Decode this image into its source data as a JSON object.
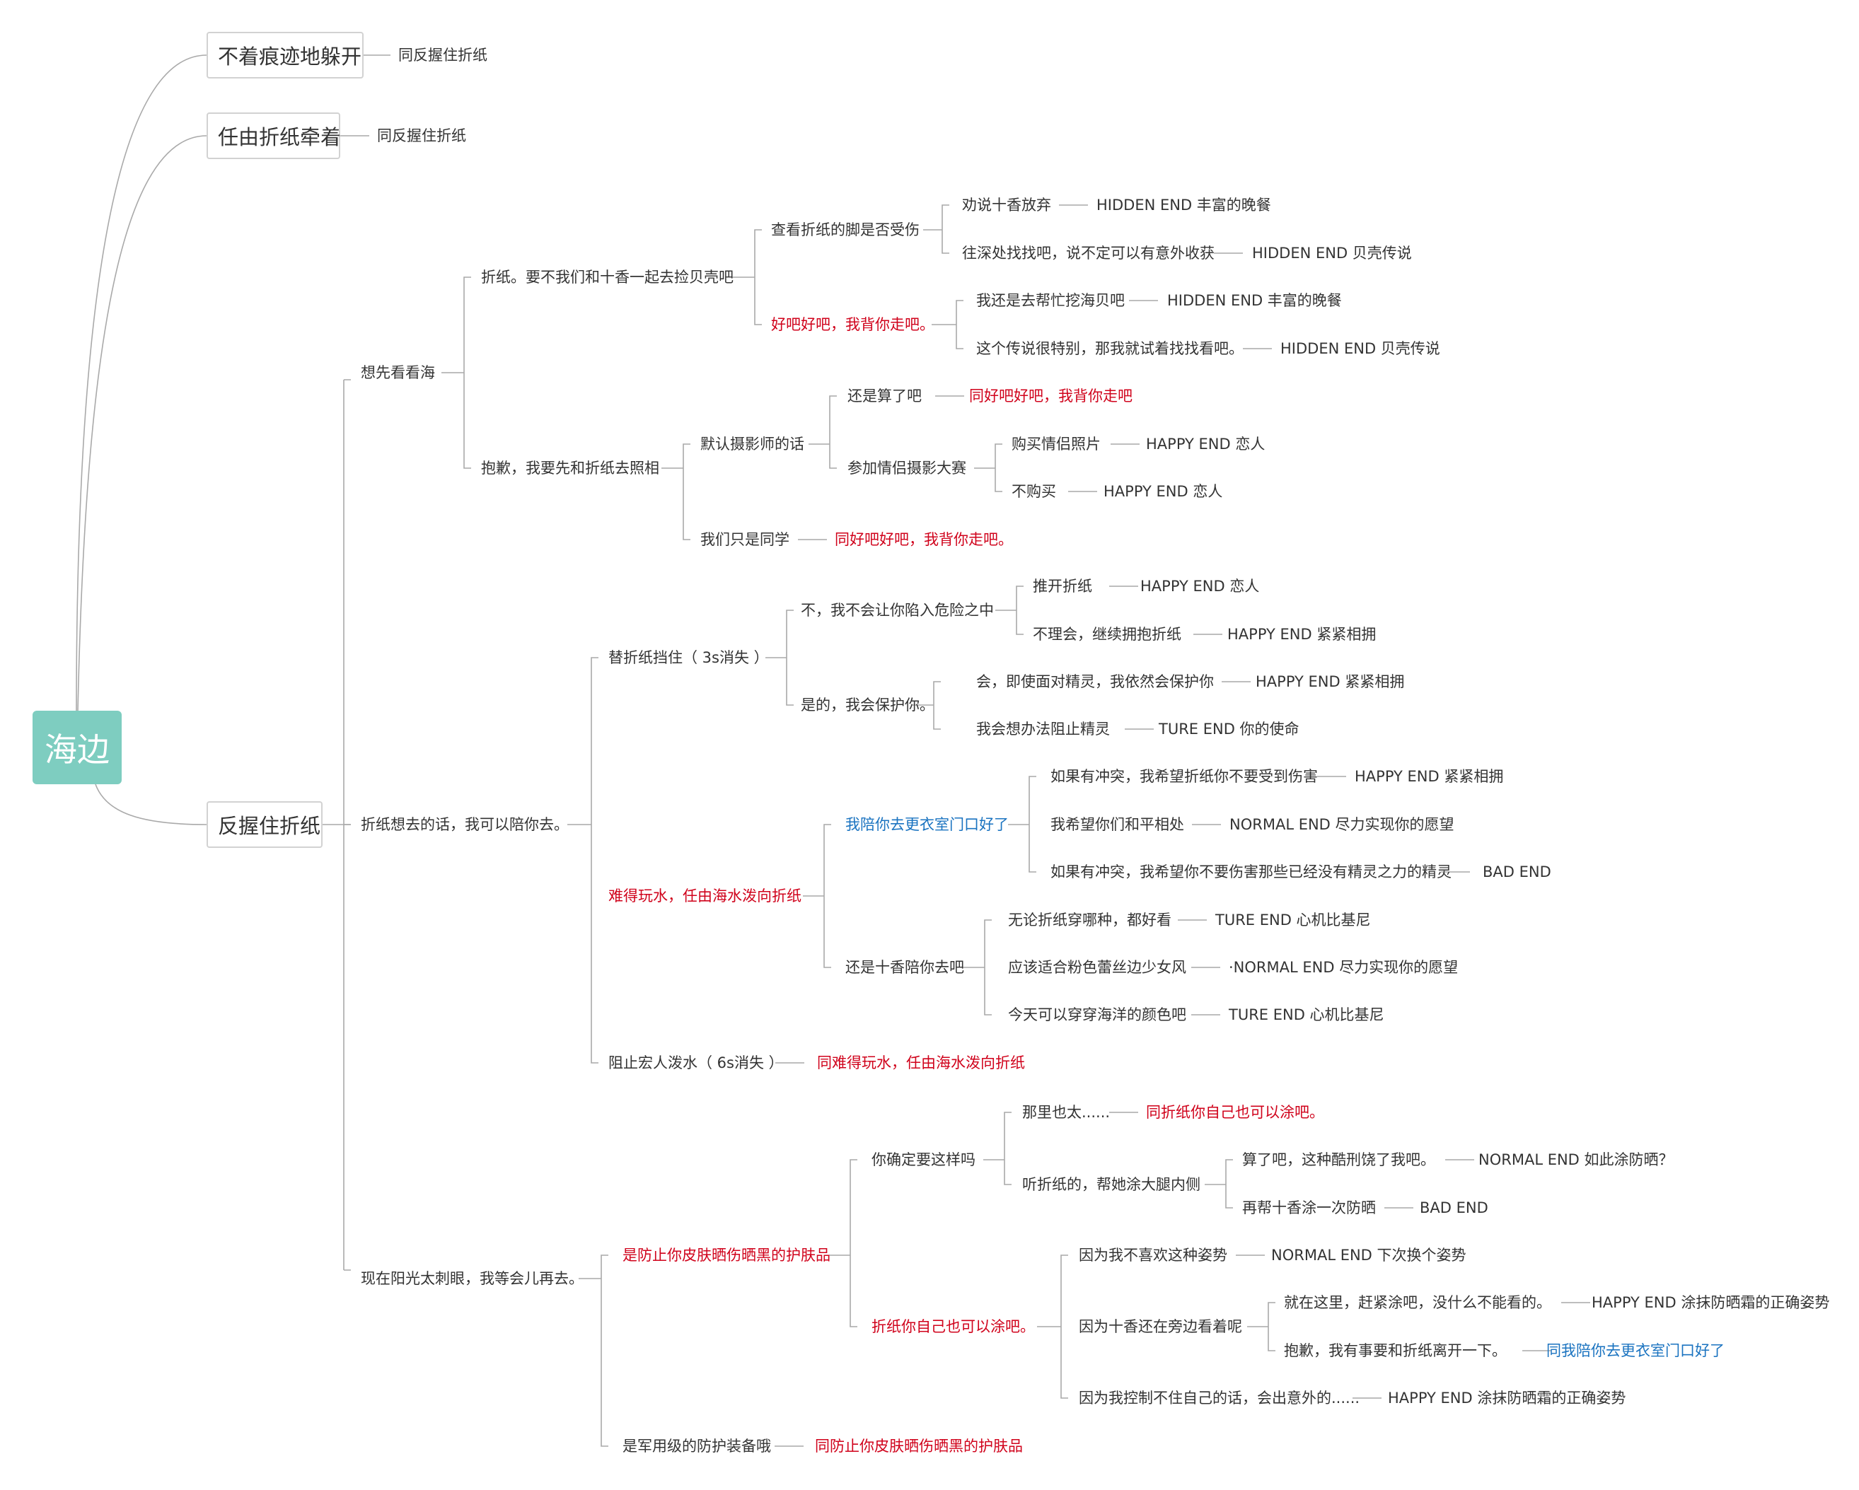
{
  "root": "海边",
  "branches": {
    "b1": "不着痕迹地躲开",
    "b1_note": "同反握住折纸",
    "b2": "任由折纸牵着",
    "b2_note": "同反握住折纸",
    "b3": "反握住折纸"
  },
  "nodes": {
    "n_xiang": "想先看看海",
    "n_zhe": "折纸。要不我们和十香一起去捡贝壳吧",
    "n_cha": "查看折纸的脚是否受伤",
    "n_quan": "劝说十香放弃",
    "e_quan": "HIDDEN END 丰富的晚餐",
    "n_wang": "往深处找找吧，说不定可以有意外收获",
    "e_wang": "HIDDEN END 贝壳传说",
    "n_haoba": "好吧好吧，我背你走吧。",
    "n_wohai": "我还是去帮忙挖海贝吧",
    "e_wohai": "HIDDEN END 丰富的晚餐",
    "n_zhege": "这个传说很特别，那我就试着找找看吧。",
    "e_zhege": "HIDDEN END 贝壳传说",
    "n_baoqian": "抱歉，我要先和折纸去照相",
    "n_moren": "默认摄影师的话",
    "n_haishi": "还是算了吧",
    "e_haishi": "同好吧好吧，我背你走吧",
    "n_canjia": "参加情侣摄影大赛",
    "n_goumai": "购买情侣照片",
    "e_goumai": "HAPPY END 恋人",
    "n_bugou": "不购买",
    "e_bugou": "HAPPY END 恋人",
    "n_women": "我们只是同学",
    "e_women": "同好吧好吧，我背你走吧。",
    "n_kequ": "折纸想去的话，我可以陪你去。",
    "n_ti": "替折纸挡住（ 3s消失 ）",
    "n_buwo": "不，我不会让你陷入危险之中",
    "n_tuikai": "推开折纸",
    "e_tuikai": "HAPPY END 恋人",
    "n_buli": "不理会，继续拥抱折纸",
    "e_buli": "HAPPY END 紧紧相拥",
    "n_shide": "是的，我会保护你。",
    "n_hui": "会，即使面对精灵，我依然会保护你",
    "e_hui": "HAPPY END 紧紧相拥",
    "n_xiang2": "我会想办法阻止精灵",
    "e_xiang2": "TURE END 你的使命",
    "n_nande": "难得玩水，任由海水泼向折纸",
    "n_peini": "我陪你去更衣室门口好了",
    "n_ruguo1": "如果有冲突，我希望折纸你不要受到伤害",
    "e_ruguo1": "HAPPY END 紧紧相拥",
    "n_xiwang": "我希望你们和平相处",
    "e_xiwang": "NORMAL END 尽力实现你的愿望",
    "n_ruguo2": "如果有冲突，我希望你不要伤害那些已经没有精灵之力的精灵",
    "e_ruguo2": "BAD END",
    "n_haishishi": "还是十香陪你去吧",
    "n_wulun": "无论折纸穿哪种，都好看",
    "e_wulun": "TURE END 心机比基尼",
    "n_yinggai": "应该适合粉色蕾丝边少女风",
    "e_yinggai": "·NORMAL END 尽力实现你的愿望",
    "n_jintian": "今天可以穿穿海洋的颜色吧",
    "e_jintian": "TURE END 心机比基尼",
    "n_zuzhi": "阻止宏人泼水（ 6s消失 ）",
    "e_zuzhi": "同难得玩水，任由海水泼向折纸",
    "n_xianzai": "现在阳光太刺眼，我等会儿再去。",
    "n_shifang": "是防止你皮肤晒伤晒黑的护肤品",
    "n_nique": "你确定要这样吗",
    "n_nali": "那里也太......",
    "e_nali": "同折纸你自己也可以涂吧。",
    "n_ting": "听折纸的，帮她涂大腿内侧",
    "n_suanle": "算了吧，这种酷刑饶了我吧。",
    "e_suanle": "NORMAL END 如此涂防晒？",
    "n_zaibang": "再帮十香涂一次防晒",
    "e_zaibang": "BAD END",
    "n_zhezini": "折纸你自己也可以涂吧。",
    "n_yinwei1": "因为我不喜欢这种姿势",
    "e_yinwei1": "NORMAL END 下次换个姿势",
    "n_yinwei2": "因为十香还在旁边看着呢",
    "n_jiuzai": "就在这里，赶紧涂吧，没什么不能看的。",
    "e_jiuzai": "HAPPY END 涂抹防晒霜的正确姿势",
    "n_baoqian2": "抱歉，我有事要和折纸离开一下。",
    "e_baoqian2": "同我陪你去更衣室门口好了",
    "n_yinwei3": "因为我控制不住自己的话，会出意外的......",
    "e_yinwei3": "HAPPY END 涂抹防晒霜的正确姿势",
    "n_junyong": "是军用级的防护装备哦",
    "e_junyong": "同防止你皮肤晒伤晒黑的护肤品"
  },
  "colors": {
    "root_fill": "#7ecdc0",
    "line": "#a9a9a9",
    "text": "#333333",
    "red": "#d0021b",
    "blue": "#1a73c0"
  }
}
